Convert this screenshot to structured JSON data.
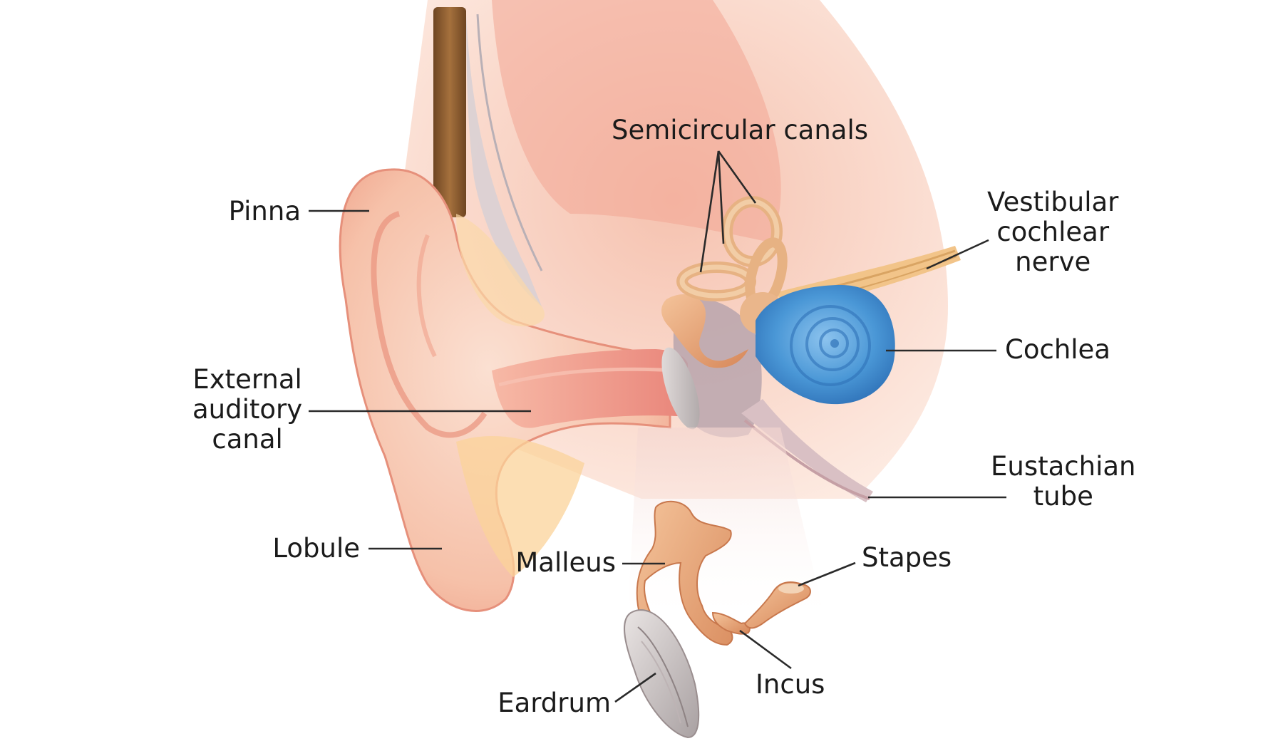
{
  "labels": {
    "pinna": "Pinna",
    "semicircular_canals": "Semicircular canals",
    "vestibular_cochlear_nerve": [
      "Vestibular",
      "cochlear",
      "nerve"
    ],
    "cochlea": "Cochlea",
    "external_auditory_canal": [
      "External",
      "auditory",
      "canal"
    ],
    "eustachian_tube": [
      "Eustachian",
      "tube"
    ],
    "lobule": "Lobule",
    "malleus": "Malleus",
    "stapes": "Stapes",
    "incus": "Incus",
    "eardrum": "Eardrum"
  },
  "colors": {
    "background": "#ffffff",
    "skin": "#f7c7b0",
    "skin_dark": "#e9967f",
    "skin_light": "#fde3d3",
    "canal": "#f09a86",
    "fat": "#fbd29a",
    "hair": "#8a5a30",
    "bone": "#e9a877",
    "bone_dark": "#c8784d",
    "cochlea": "#4a97d6",
    "cochlea_dark": "#2f72b8",
    "nerve": "#f2c489",
    "cavity": "#b9a4ad",
    "eardrum": "#c9c3c4",
    "label_text": "#1b1b1b",
    "leader_line": "#2a2a2a"
  }
}
